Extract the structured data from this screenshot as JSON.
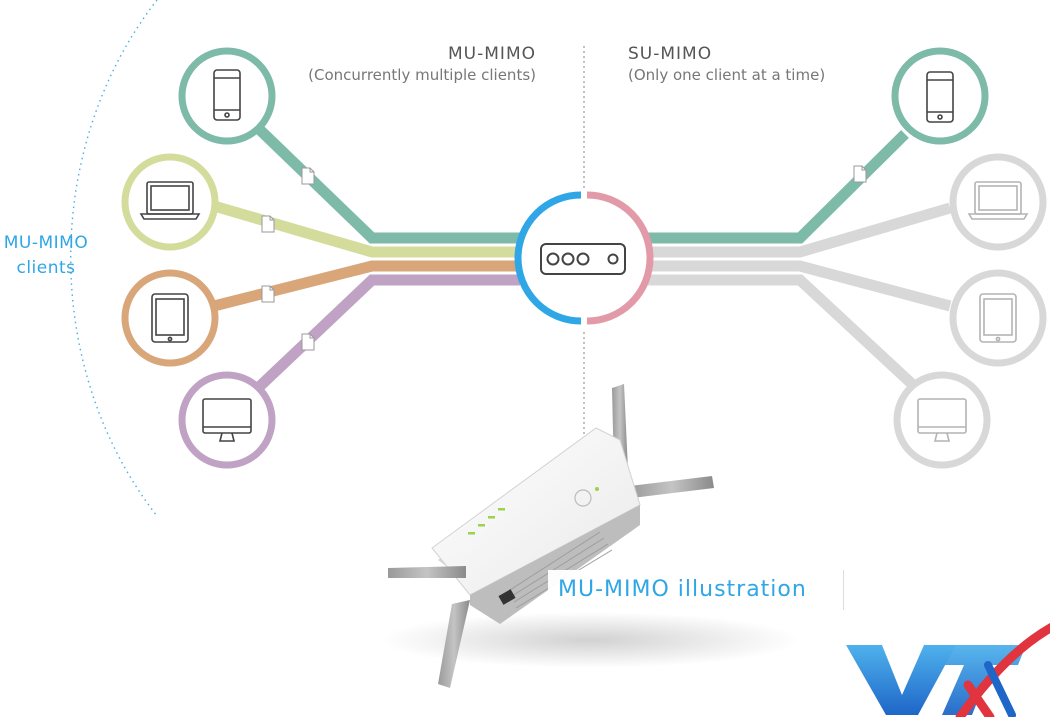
{
  "headers": {
    "mu_title": "MU-MIMO",
    "mu_subtitle": "(Concurrently multiple clients)",
    "su_title": "SU-MIMO",
    "su_subtitle": "(Only one client at a time)"
  },
  "clients_label": [
    "MU-MIMO",
    "clients"
  ],
  "caption": "MU-MIMO illustration",
  "logo_text": "VTX",
  "colors": {
    "phone": "#7dbaa8",
    "laptop": "#d4dc9c",
    "tablet": "#d9a67a",
    "desktop": "#c0a3c4",
    "inactive": "#d8d8d8",
    "router_left": "#2fa6e6",
    "router_right": "#e29aa8",
    "accent_blue": "#2fa6e6",
    "logo_red": "#e0343f",
    "logo_blue": "#1e66c8"
  },
  "mu_clients": [
    {
      "device": "phone-icon",
      "color_key": "phone"
    },
    {
      "device": "laptop-icon",
      "color_key": "laptop"
    },
    {
      "device": "tablet-icon",
      "color_key": "tablet"
    },
    {
      "device": "desktop-icon",
      "color_key": "desktop"
    }
  ],
  "su_clients": [
    {
      "device": "phone-icon",
      "active": true
    },
    {
      "device": "laptop-icon",
      "active": false
    },
    {
      "device": "tablet-icon",
      "active": false
    },
    {
      "device": "desktop-icon",
      "active": false
    }
  ]
}
